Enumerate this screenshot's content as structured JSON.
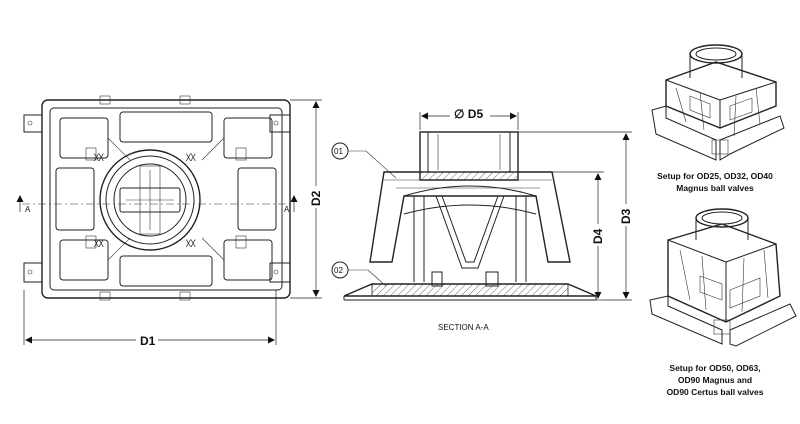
{
  "dimensions": {
    "d1": "D1",
    "d2": "D2",
    "d3": "D3",
    "d4": "D4",
    "d5": "D5",
    "diameter_symbol": "∅"
  },
  "section_markers": {
    "left": "A",
    "right": "A"
  },
  "section_label": "SECTION A-A",
  "part_callouts": [
    "01",
    "02"
  ],
  "captions": {
    "setup_small": {
      "line1": "Setup for OD25, OD32, OD40",
      "line2": "Magnus ball valves"
    },
    "setup_large": {
      "line1": "Setup for OD50, OD63,",
      "line2": "OD90 Magnus and",
      "line3": "OD90 Certus ball valves"
    }
  }
}
